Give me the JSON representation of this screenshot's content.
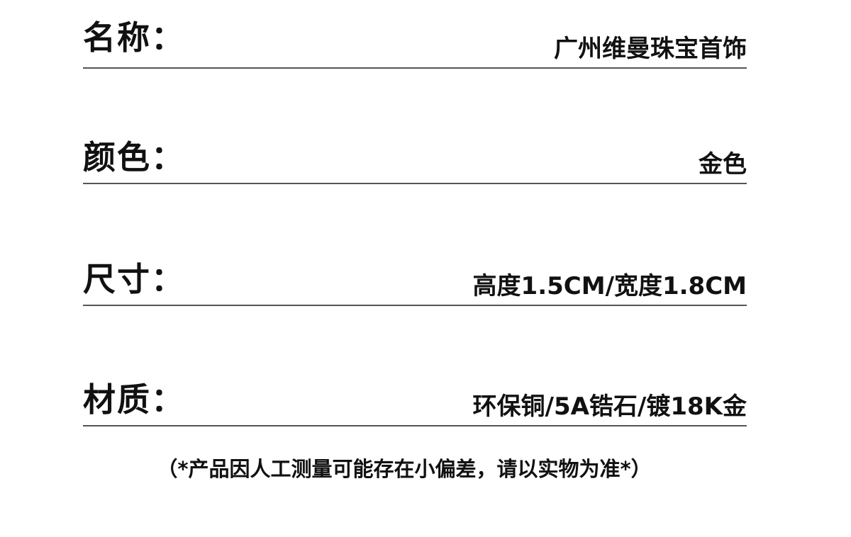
{
  "specs": {
    "name": {
      "label": "名称：",
      "value": "广州维曼珠宝首饰"
    },
    "color": {
      "label": "颜色：",
      "value": "金色"
    },
    "size": {
      "label": "尺寸：",
      "value": "高度1.5CM/宽度1.8CM"
    },
    "material": {
      "label": "材质：",
      "value": "环保铜/5A锆石/镀18K金"
    }
  },
  "footnote": "（*产品因人工测量可能存在小偏差，请以实物为准*）"
}
